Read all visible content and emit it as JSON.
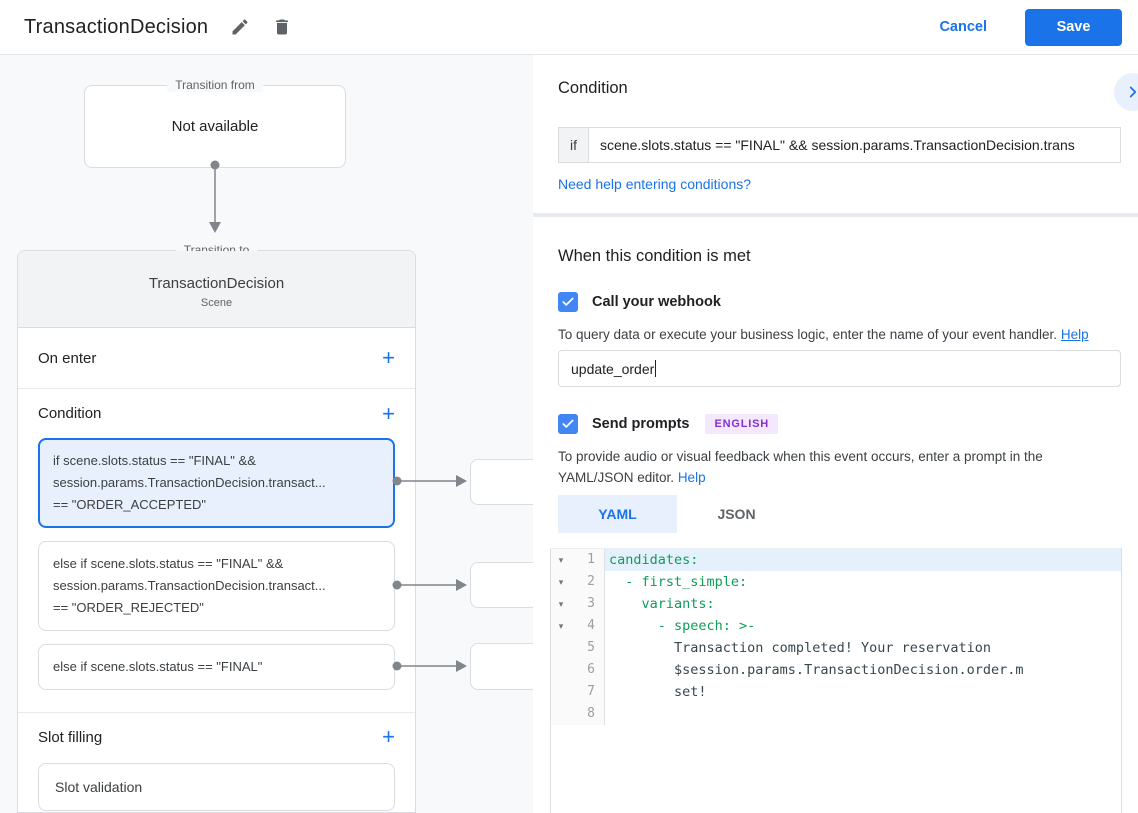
{
  "header": {
    "title": "TransactionDecision",
    "cancel_label": "Cancel",
    "save_label": "Save"
  },
  "icons": {
    "plus": "+",
    "fold": "▾"
  },
  "diagram": {
    "transition_from": {
      "legend": "Transition from",
      "content": "Not available"
    },
    "scene": {
      "legend": "Transition to",
      "title": "TransactionDecision",
      "subtitle": "Scene",
      "on_enter_label": "On enter",
      "condition_label": "Condition",
      "slot_filling_label": "Slot filling",
      "condition_cards": [
        {
          "lines": [
            "if scene.slots.status == \"FINAL\" &&",
            "session.params.TransactionDecision.transact...",
            "== \"ORDER_ACCEPTED\""
          ]
        },
        {
          "lines": [
            "else if scene.slots.status == \"FINAL\" &&",
            "session.params.TransactionDecision.transact...",
            "== \"ORDER_REJECTED\""
          ]
        },
        {
          "lines": [
            "else if scene.slots.status == \"FINAL\""
          ]
        }
      ],
      "slot_card_label": "Slot validation"
    }
  },
  "panel": {
    "title": "Condition",
    "if_label": "if",
    "if_value": "scene.slots.status == \"FINAL\" && session.params.TransactionDecision.trans",
    "help_link": "Need help entering conditions?",
    "section_title": "When this condition is met",
    "webhook": {
      "label": "Call your webhook",
      "description": "To query data or execute your business logic, enter the name of your event handler.",
      "help": "Help",
      "value": "update_order"
    },
    "prompts": {
      "label": "Send prompts",
      "badge": "ENGLISH",
      "description": "To provide audio or visual feedback when this event occurs, enter a prompt in the YAML/JSON editor.",
      "help": "Help"
    },
    "tabs": [
      {
        "label": "YAML"
      },
      {
        "label": "JSON"
      }
    ],
    "editor": {
      "lines": [
        {
          "num": "1",
          "text": "candidates:"
        },
        {
          "num": "2",
          "text": "  - first_simple:"
        },
        {
          "num": "3",
          "text": "    variants:"
        },
        {
          "num": "4",
          "text": "      - speech: >-"
        },
        {
          "num": "5",
          "text": "        Transaction completed! Your reservation"
        },
        {
          "num": "6",
          "text": "        $session.params.TransactionDecision.order.m"
        },
        {
          "num": "7",
          "text": "        set!"
        },
        {
          "num": "8",
          "text": ""
        }
      ]
    }
  }
}
